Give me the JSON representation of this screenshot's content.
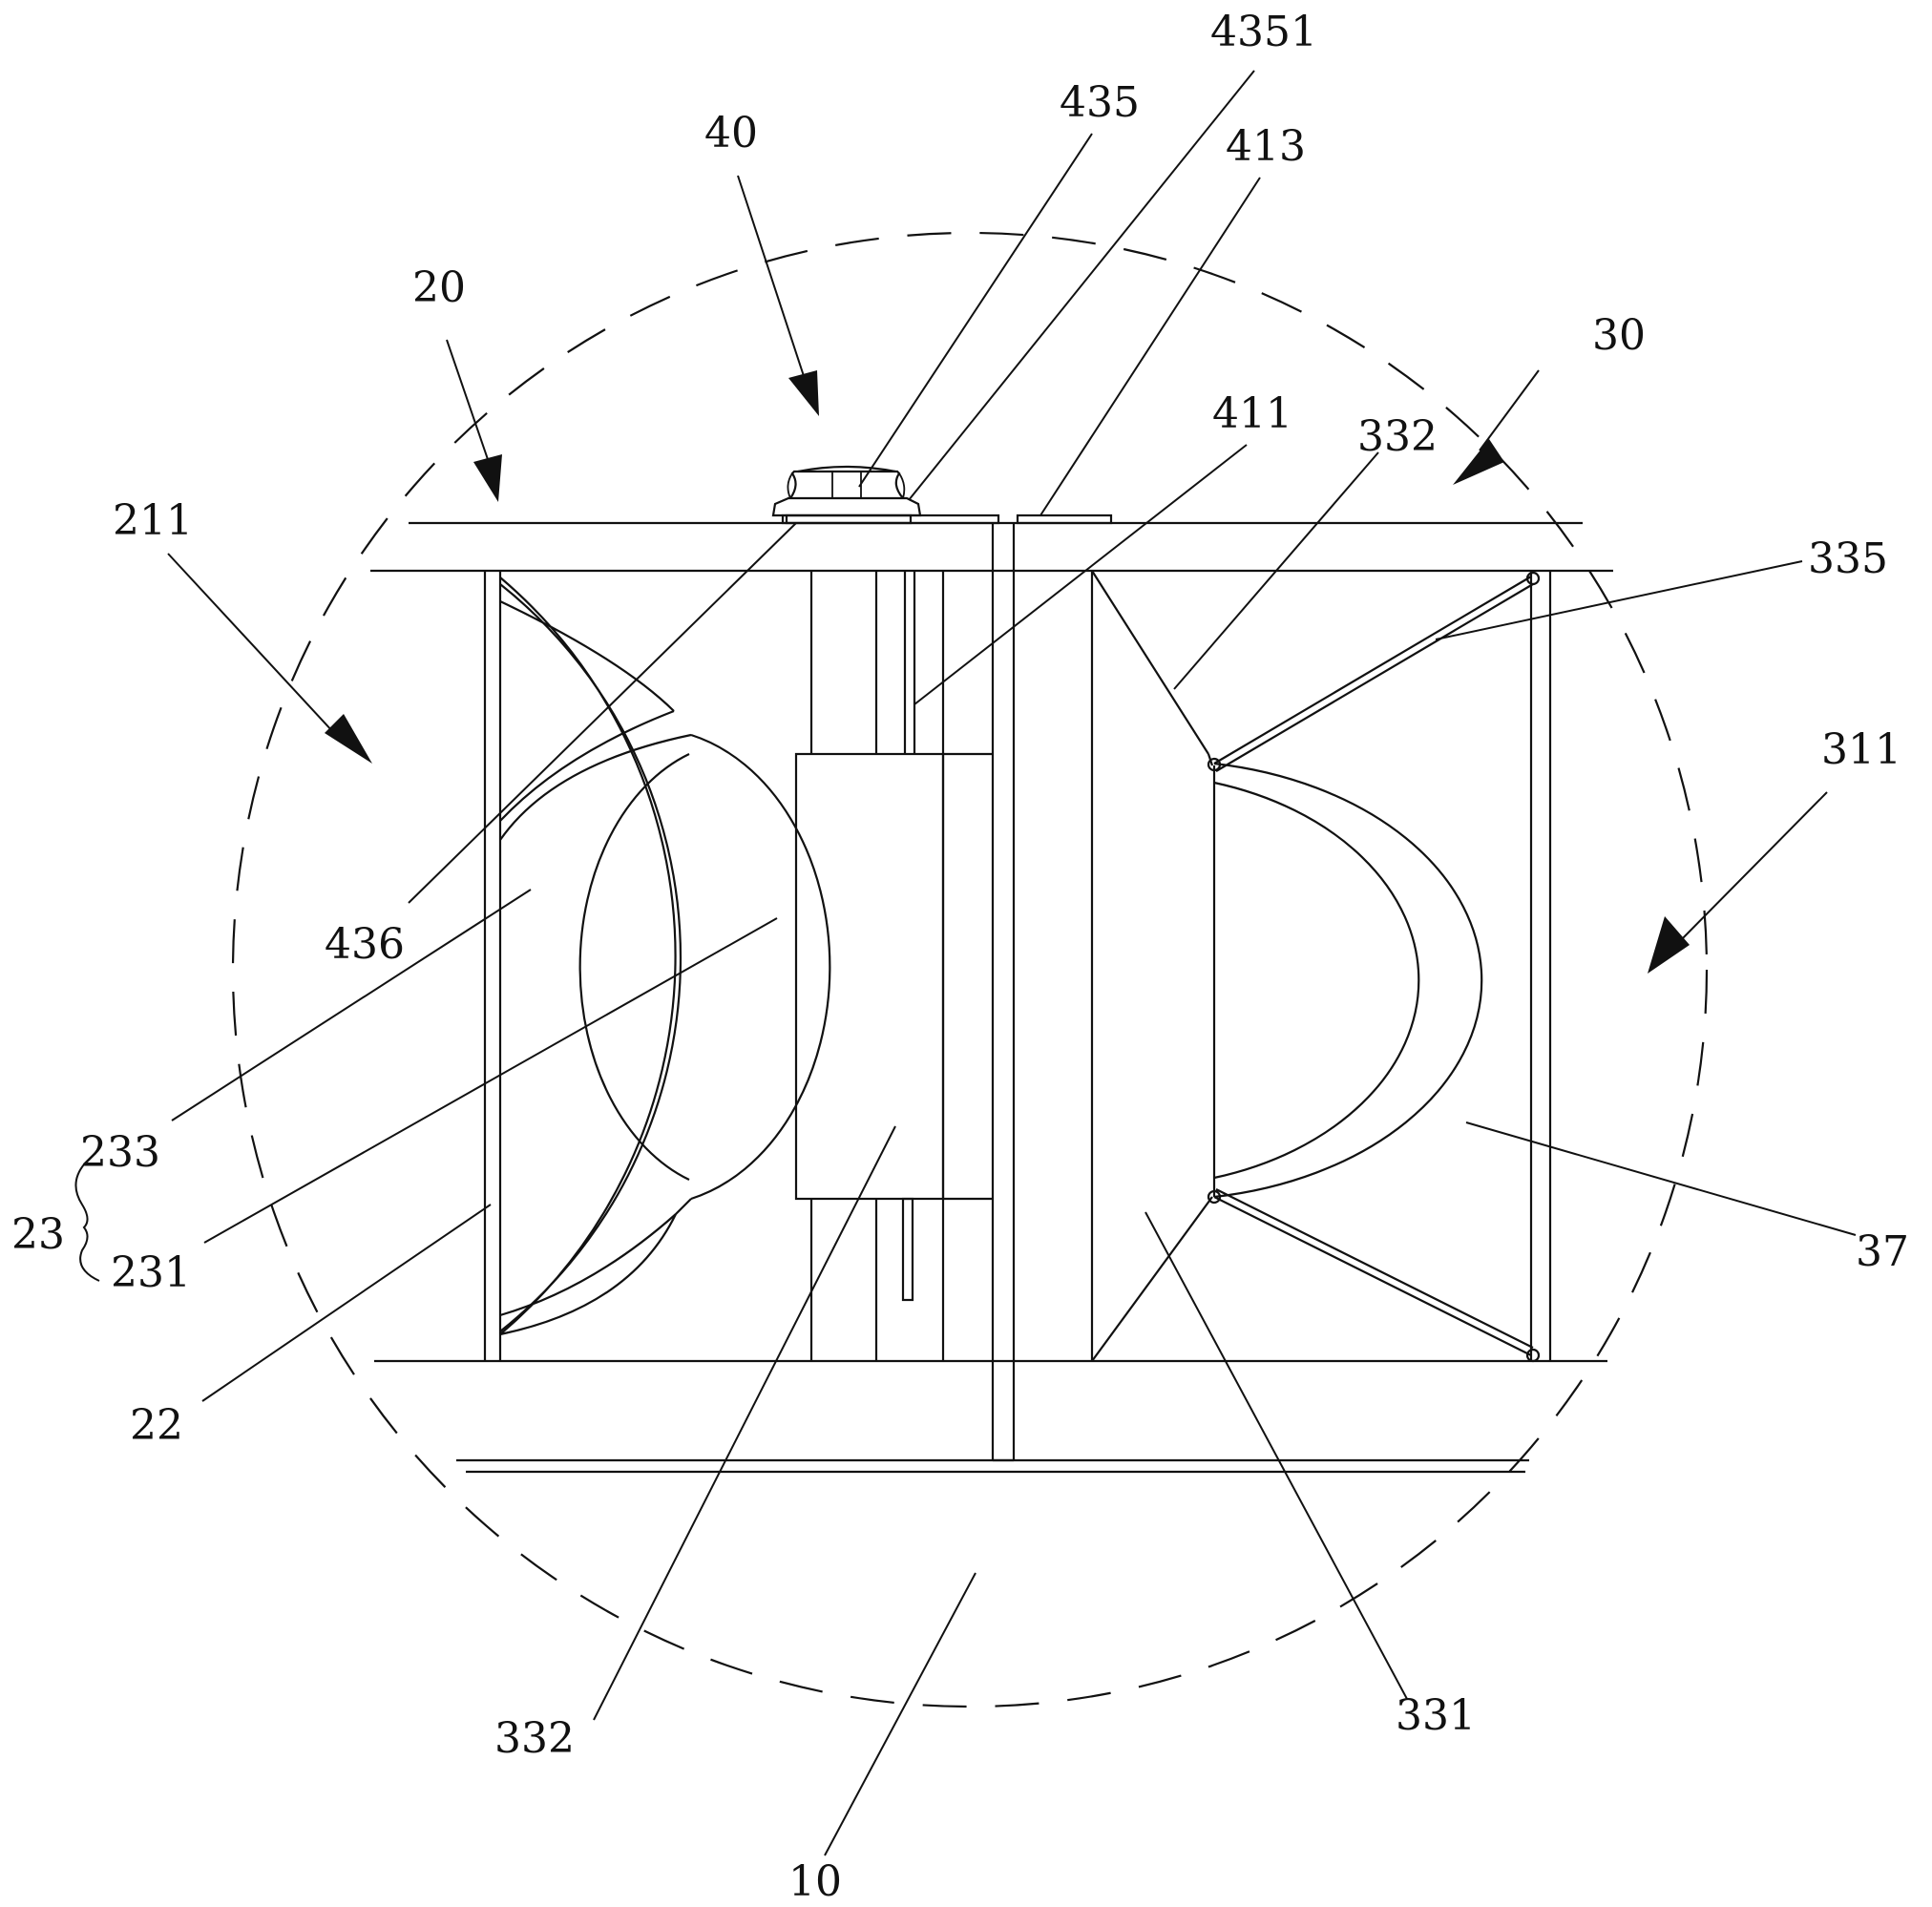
{
  "labels": {
    "l4351": "4351",
    "l435": "435",
    "l413": "413",
    "l40": "40",
    "l20": "20",
    "l30": "30",
    "l411": "411",
    "l332_top": "332",
    "l335": "335",
    "l211": "211",
    "l311": "311",
    "l436": "436",
    "l233": "233",
    "l23": "23",
    "l231": "231",
    "l22": "22",
    "l37": "37",
    "l332_bottom": "332",
    "l331": "331",
    "l10": "10"
  }
}
